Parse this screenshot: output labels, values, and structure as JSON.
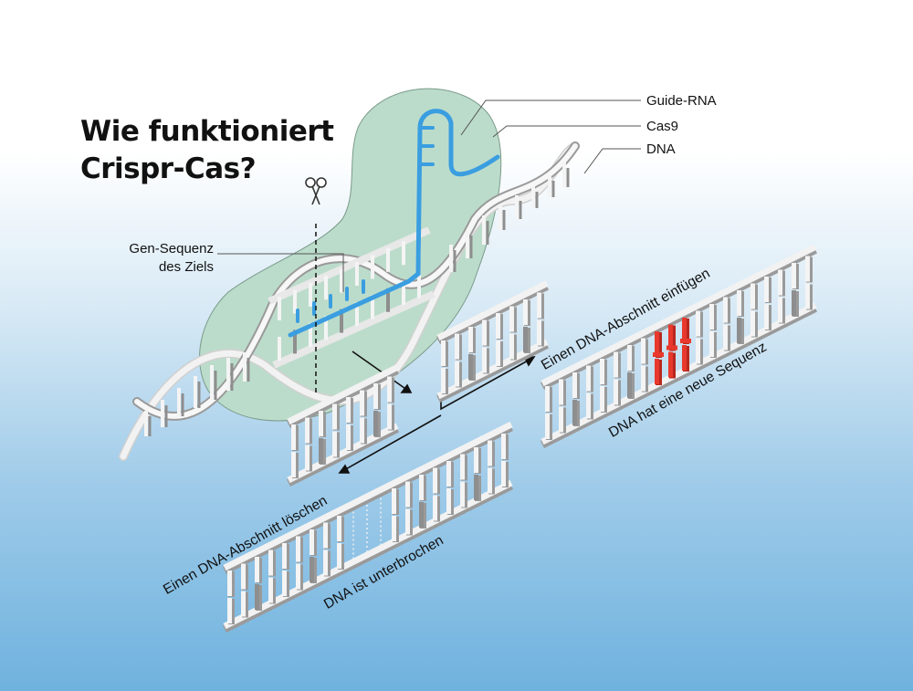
{
  "title": {
    "line1": "Wie funktioniert",
    "line2": "Crispr-Cas?"
  },
  "labels": {
    "guide_rna": "Guide-RNA",
    "cas9": "Cas9",
    "dna": "DNA",
    "target_sequence_line1": "Gen-Sequenz",
    "target_sequence_line2": "des Ziels"
  },
  "steps": {
    "insert": "Einen DNA-Abschnitt einfügen",
    "insert_result": "DNA hat eine neue Sequenz",
    "delete": "Einen DNA-Abschnitt löschen",
    "delete_result": "DNA ist unterbrochen"
  },
  "colors": {
    "cas9_protein": "#bcdccb",
    "guide_rna": "#3a9ee0",
    "inserted_dna": "#e8392c",
    "dna_backbone": "#f2f2f2",
    "dna_shadow": "#8e8e8e"
  },
  "icons": {
    "scissors": "scissors-icon"
  }
}
